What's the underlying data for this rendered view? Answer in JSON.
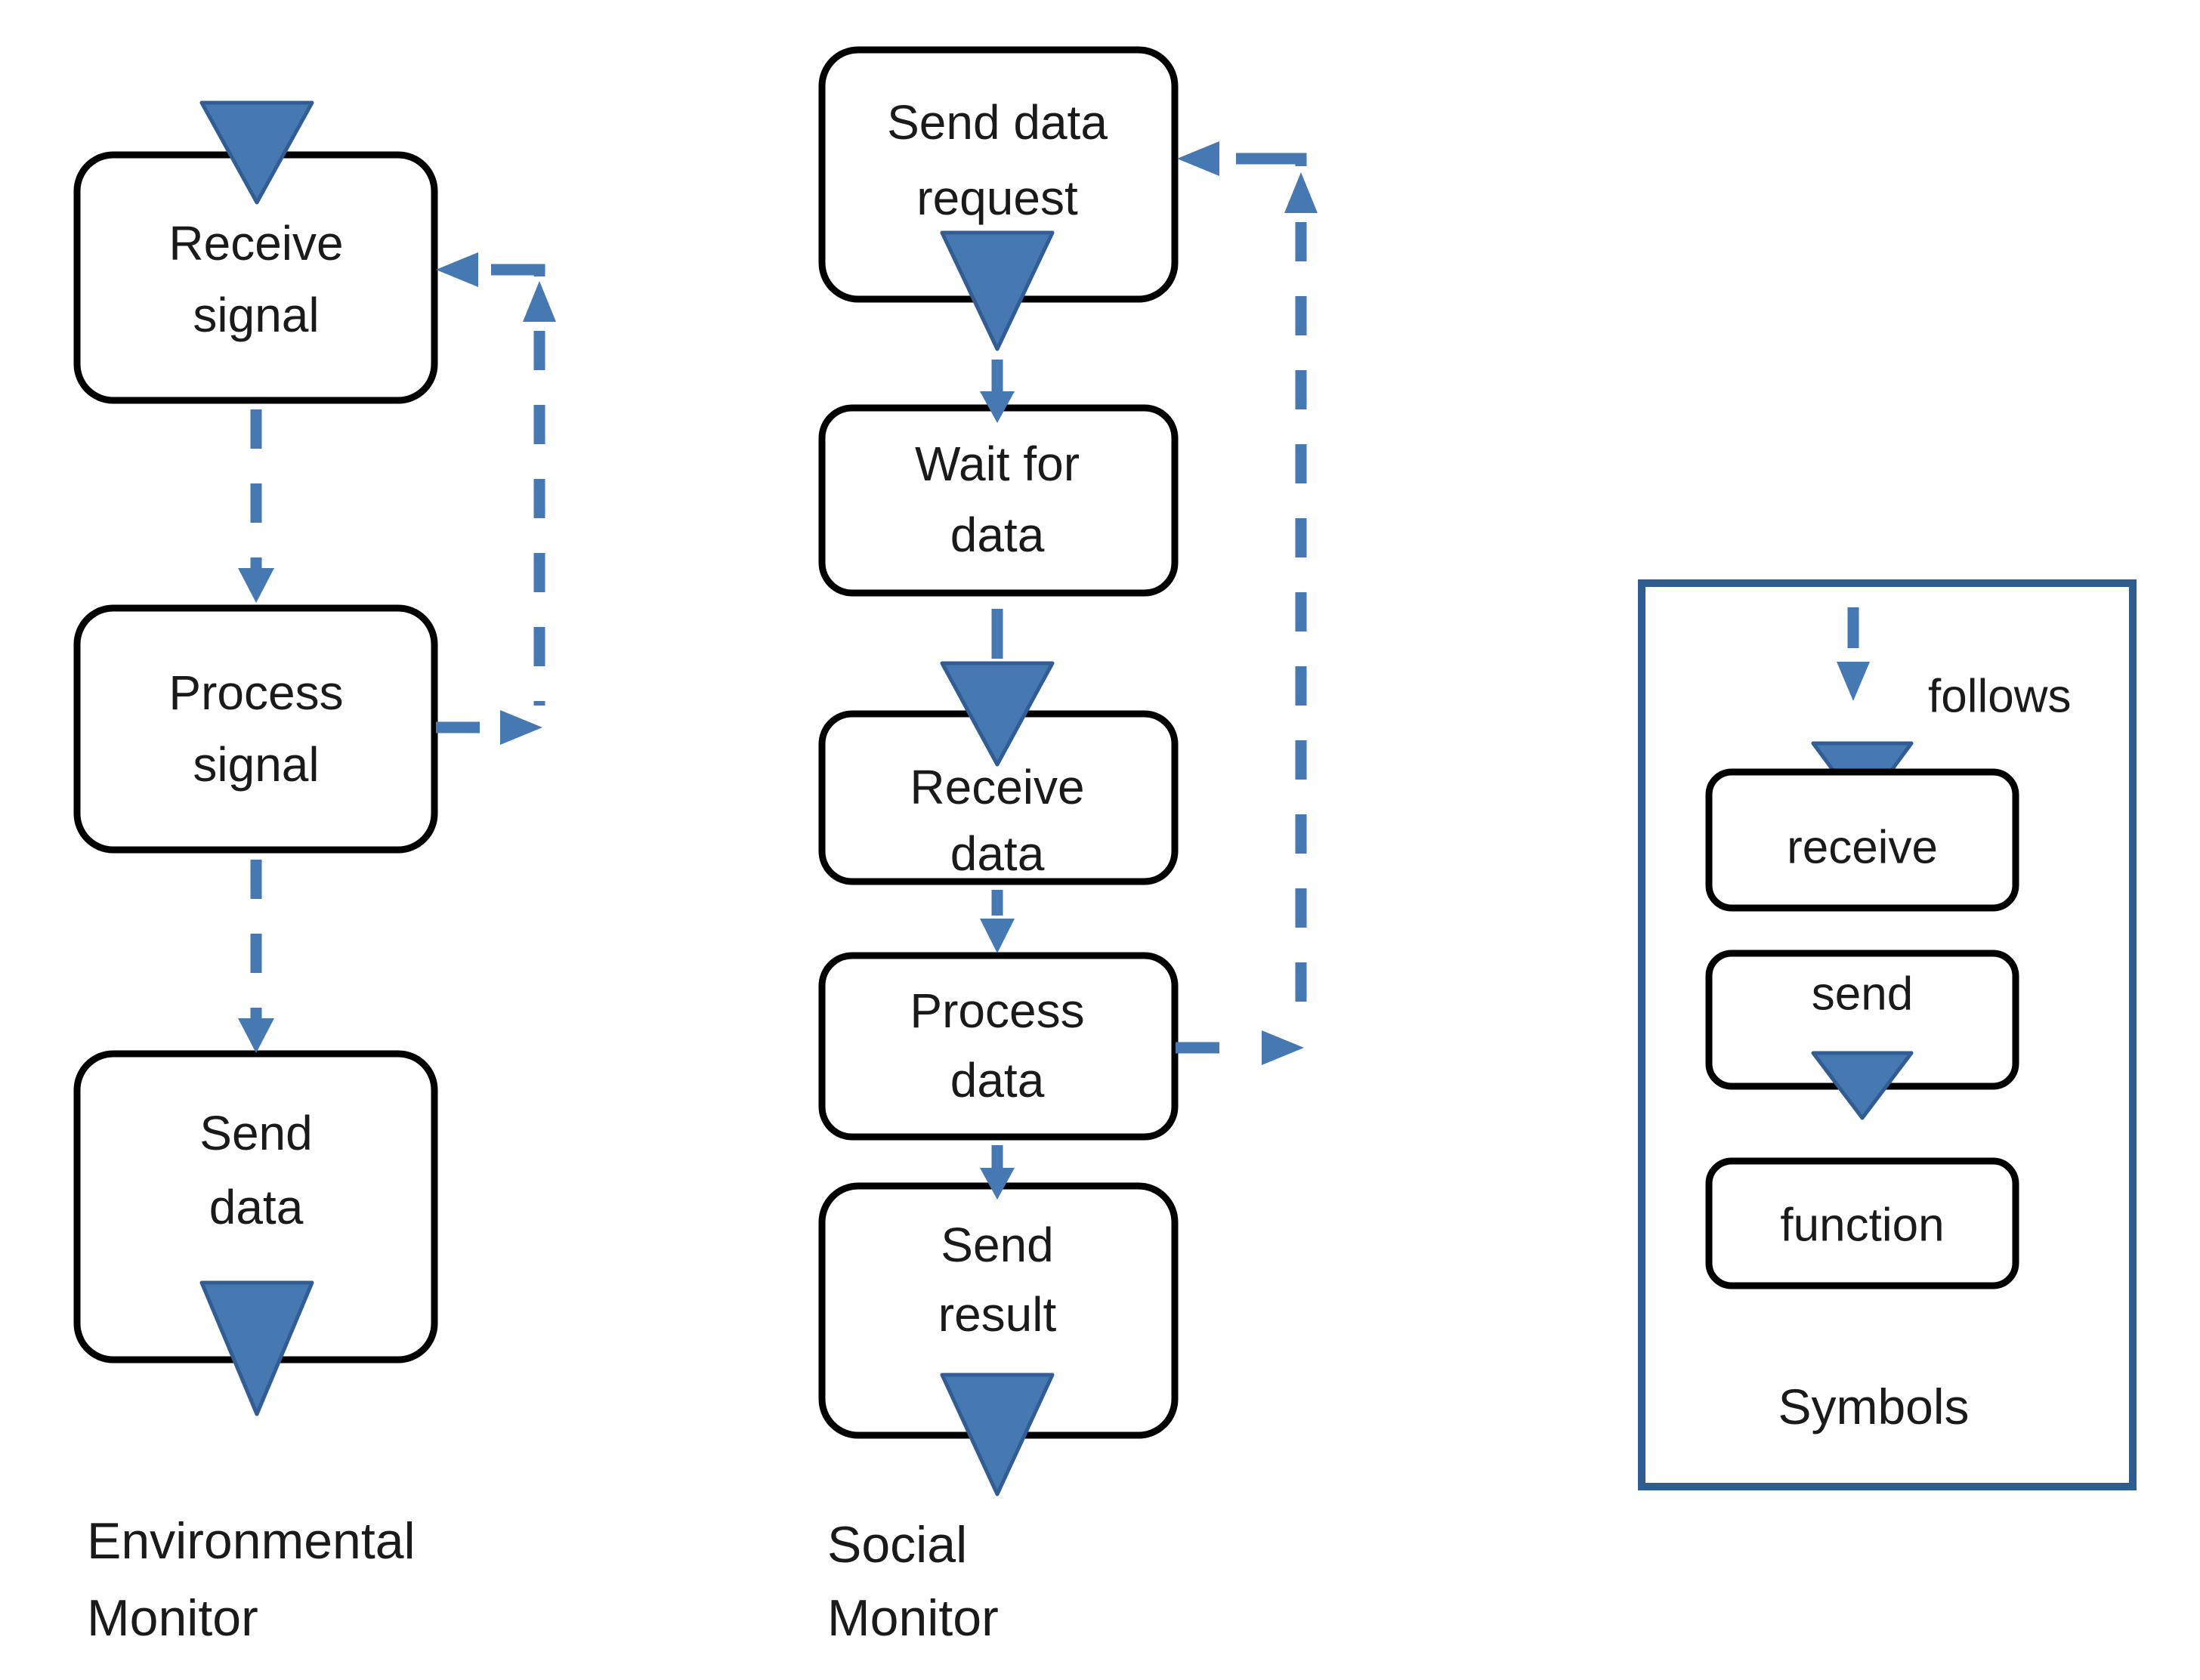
{
  "figure": {
    "columns": [
      {
        "title": {
          "lines": [
            "Environmental",
            "Monitor"
          ]
        },
        "boxes": [
          {
            "lines": [
              "Receive",
              "signal"
            ]
          },
          {
            "lines": [
              "Process",
              "signal"
            ]
          },
          {
            "lines": [
              "Send",
              "data"
            ]
          }
        ]
      },
      {
        "title": {
          "lines": [
            "Social",
            "Monitor"
          ]
        },
        "boxes": [
          {
            "lines": [
              "Send data",
              "request"
            ]
          },
          {
            "lines": [
              "Wait for",
              "data"
            ]
          },
          {
            "lines": [
              "Receive",
              "data"
            ]
          },
          {
            "lines": [
              "Process",
              "data"
            ]
          },
          {
            "lines": [
              "Send",
              "result"
            ]
          }
        ]
      }
    ],
    "legend": {
      "title": "Symbols",
      "items": [
        {
          "label": "follows",
          "symbol": "dashed-arrow"
        },
        {
          "label": "receive",
          "symbol": "triangle-into-box-top"
        },
        {
          "label": "send",
          "symbol": "triangle-out-of-box-bottom"
        },
        {
          "label": "function",
          "symbol": "rounded-box"
        }
      ]
    },
    "colors": {
      "accent_blue": "#4679b2",
      "accent_blue_dark": "#315d94",
      "legend_border_blue": "#2f5d8f",
      "box_border": "#000000",
      "text_color": "#1a1a1a",
      "background": "#ffffff"
    }
  }
}
